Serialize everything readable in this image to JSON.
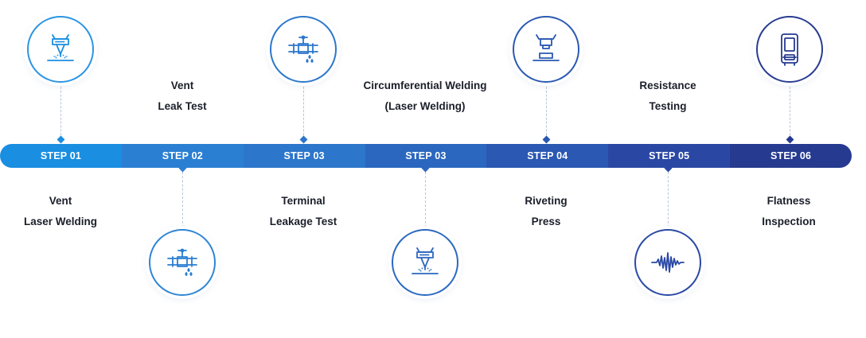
{
  "steps": [
    {
      "tag": "STEP 01",
      "line1": "Vent",
      "line2": "Laser Welding",
      "icon": "laser-welding-icon",
      "color": "#1a8ee0",
      "ring": "#2a95e4"
    },
    {
      "tag": "STEP 02",
      "line1": "Vent",
      "line2": "Leak Test",
      "icon": "pipe-valve-icon",
      "color": "#2a7fd2",
      "ring": "#2f86d6"
    },
    {
      "tag": "STEP 03",
      "line1": "Terminal",
      "line2": "Leakage Test",
      "icon": "pipe-valve-icon",
      "color": "#2c76cb",
      "ring": "#2c78cc"
    },
    {
      "tag": "STEP 03",
      "line1": "Circumferential Welding",
      "line2": "(Laser Welding)",
      "icon": "laser-welding-icon",
      "color": "#2b67be",
      "ring": "#2c69c0"
    },
    {
      "tag": "STEP 04",
      "line1": "Riveting",
      "line2": "Press",
      "icon": "press-icon",
      "color": "#2a58b2",
      "ring": "#2b5ab3"
    },
    {
      "tag": "STEP 05",
      "line1": "Resistance",
      "line2": "Testing",
      "icon": "waveform-icon",
      "color": "#2a48a3",
      "ring": "#2b4aa5"
    },
    {
      "tag": "STEP 06",
      "line1": "Flatness",
      "line2": "Inspection",
      "icon": "device-icon",
      "color": "#263a8f",
      "ring": "#283c92"
    }
  ]
}
